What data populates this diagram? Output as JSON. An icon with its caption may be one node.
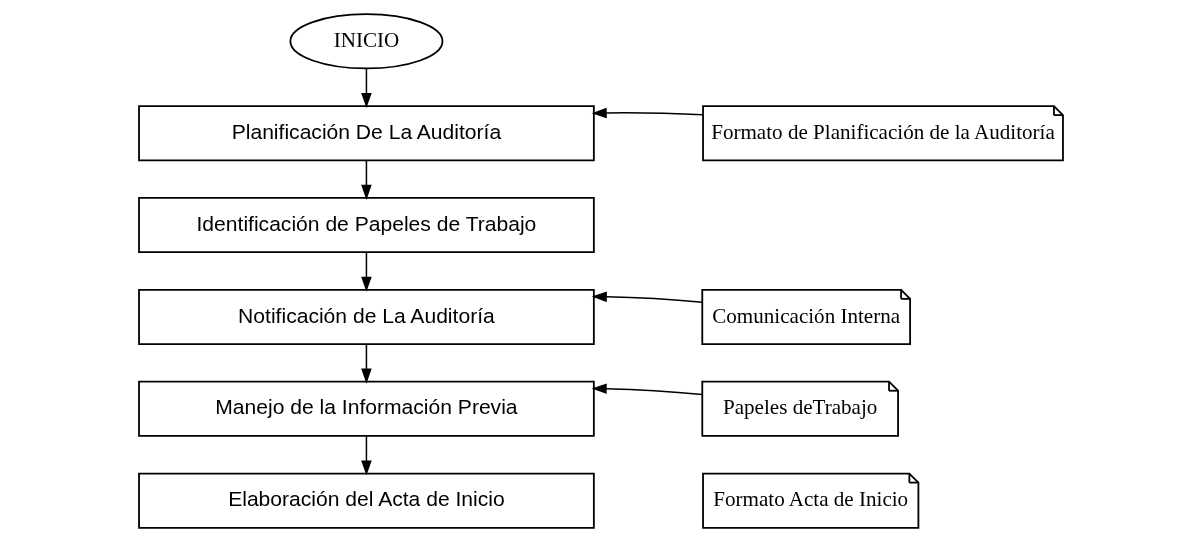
{
  "diagram": {
    "nodes": [
      {
        "text": [
          "INICIO"
        ]
      },
      {
        "text": [
          "Planificación De La Auditoría"
        ]
      },
      {
        "text": [
          "Identificación de Papeles de Trabajo"
        ]
      },
      {
        "text": [
          "Notificación de La Auditoría"
        ]
      },
      {
        "text": [
          "Manejo de la Información Previa"
        ]
      },
      {
        "text": [
          "Elaboración del Acta de Inicio"
        ]
      },
      {
        "text": [
          "Formato de Planificación de la Auditoría"
        ]
      },
      {
        "text": [
          "Comunicación Interna"
        ]
      },
      {
        "text": [
          "Papeles deTrabajo"
        ]
      },
      {
        "text": [
          "Formato Acta de Inicio"
        ]
      }
    ],
    "edges": [
      {
        "from": 0,
        "to": 1,
        "arrow": "to"
      },
      {
        "from": 1,
        "to": 2,
        "arrow": "to"
      },
      {
        "from": 2,
        "to": 3,
        "arrow": "to"
      },
      {
        "from": 3,
        "to": 4,
        "arrow": "to"
      },
      {
        "from": 4,
        "to": 5,
        "arrow": "to"
      },
      {
        "from": 6,
        "to": 1,
        "arrow": "to"
      },
      {
        "from": 7,
        "to": 3,
        "arrow": "to"
      },
      {
        "from": 8,
        "to": 4,
        "arrow": "to"
      }
    ]
  }
}
